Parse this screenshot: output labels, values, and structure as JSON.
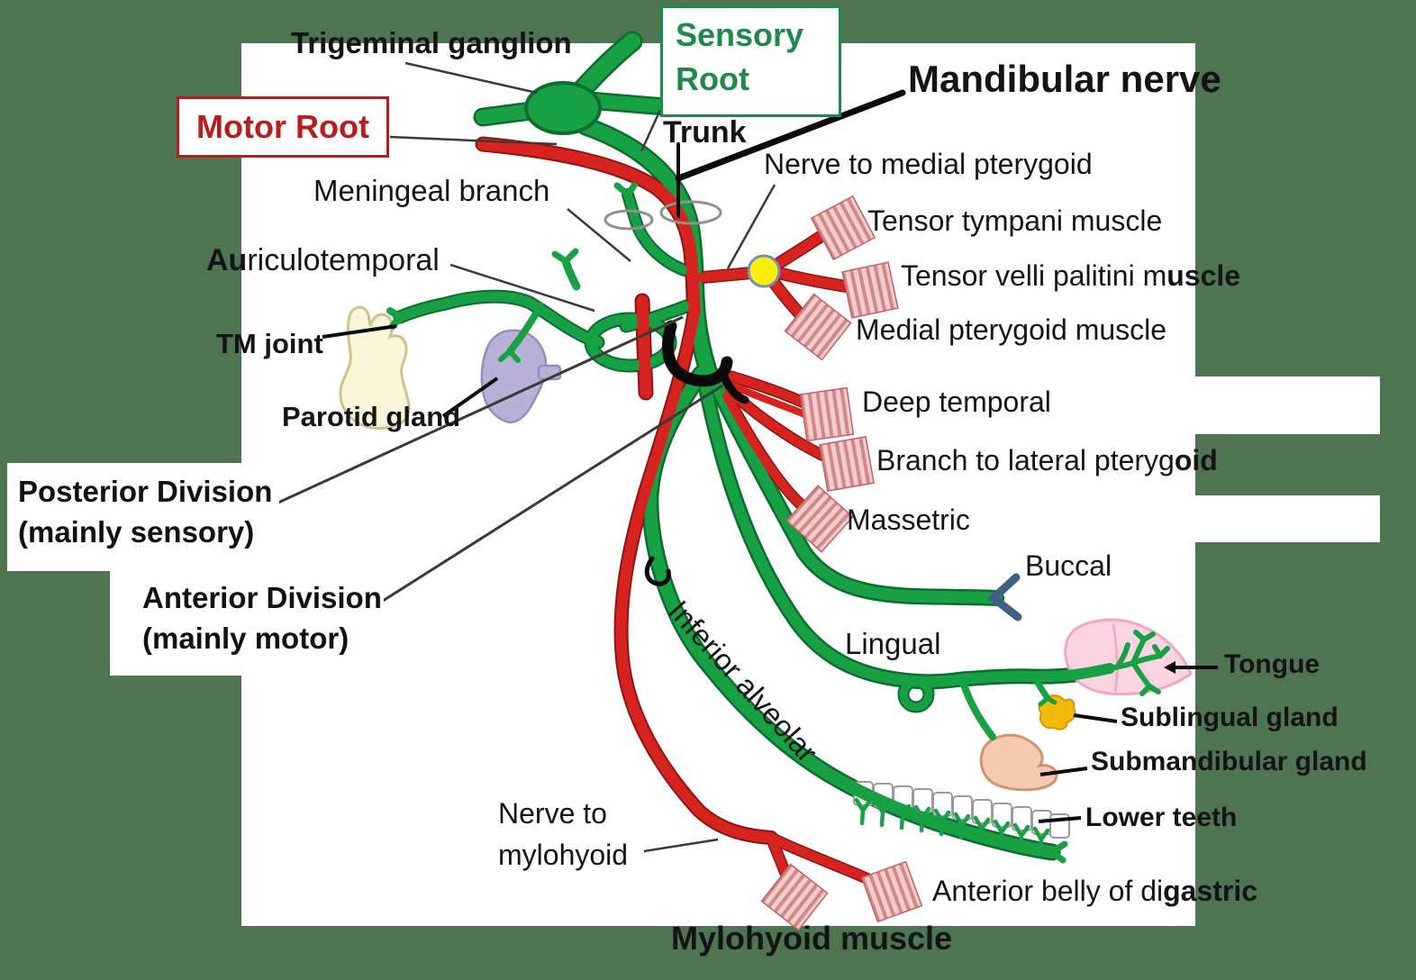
{
  "title": "Mandibular nerve branches diagram",
  "colors": {
    "background": "#4e7452",
    "sensory_nerve": "#18a045",
    "motor_nerve": "#d7231f",
    "sensory_accent": "#1d8a4a",
    "motor_accent": "#b91c1c",
    "otic_ganglion_fill": "#ffee00",
    "muscle_fill": "#f3cccc",
    "muscle_stripe": "#d28888",
    "tongue_fill": "#fbd4e2",
    "parotid_fill": "#b9b0d8",
    "tm_joint_bone_fill": "#fbf6d9",
    "submandibular_fill": "#f7c9ae",
    "sublingual_fill": "#f5ba07"
  },
  "boxes": {
    "sensory_root": {
      "lines": [
        "Sensory",
        "Root"
      ]
    },
    "motor_root": {
      "label": "Motor Root"
    },
    "posterior_division": {
      "lines": [
        "Posterior Division",
        "(mainly sensory)"
      ]
    },
    "anterior_division": {
      "lines": [
        "Anterior Division",
        "(mainly motor)"
      ]
    }
  },
  "labels": {
    "trigeminal_ganglion": "Trigeminal ganglion",
    "mandibular_nerve": "Mandibular nerve",
    "trunk": "Trunk",
    "meningeal_branch": "Meningeal branch",
    "nerve_to_medial_pterygoid": "Nerve to medial pterygoid",
    "tensor_tympani": "Tensor tympani muscle",
    "medial_pterygoid": "Medial pterygoid muscle",
    "tm_joint": "TM joint",
    "parotid_gland": "Parotid gland",
    "deep_temporal": "Deep temporal",
    "massetric": "Massetric",
    "buccal": "Buccal",
    "lingual": "Lingual",
    "tongue": "Tongue",
    "sublingual_gland": "Sublingual gland",
    "submandibular_gland": "Submandibular gland",
    "lower_teeth": "Lower teeth",
    "inferior_alveolar": "Inferior alveolar",
    "nerve_to_mylohyoid_line1": "Nerve to",
    "nerve_to_mylohyoid_line2": "mylohyoid",
    "mylohyoid_muscle": "Mylohyoid muscle"
  },
  "split_labels": {
    "auriculotemporal": {
      "bold": "Au",
      "rest": "riculotemporal"
    },
    "tensor_velli": {
      "rest": "Tensor velli palitini m",
      "bold": "uscle"
    },
    "branch_lateral_pterygoid": {
      "rest": "Branch to lateral pteryg",
      "bold": "oid"
    },
    "anterior_belly_digastric": {
      "rest": "Anterior belly of di",
      "bold": "gastric"
    }
  }
}
